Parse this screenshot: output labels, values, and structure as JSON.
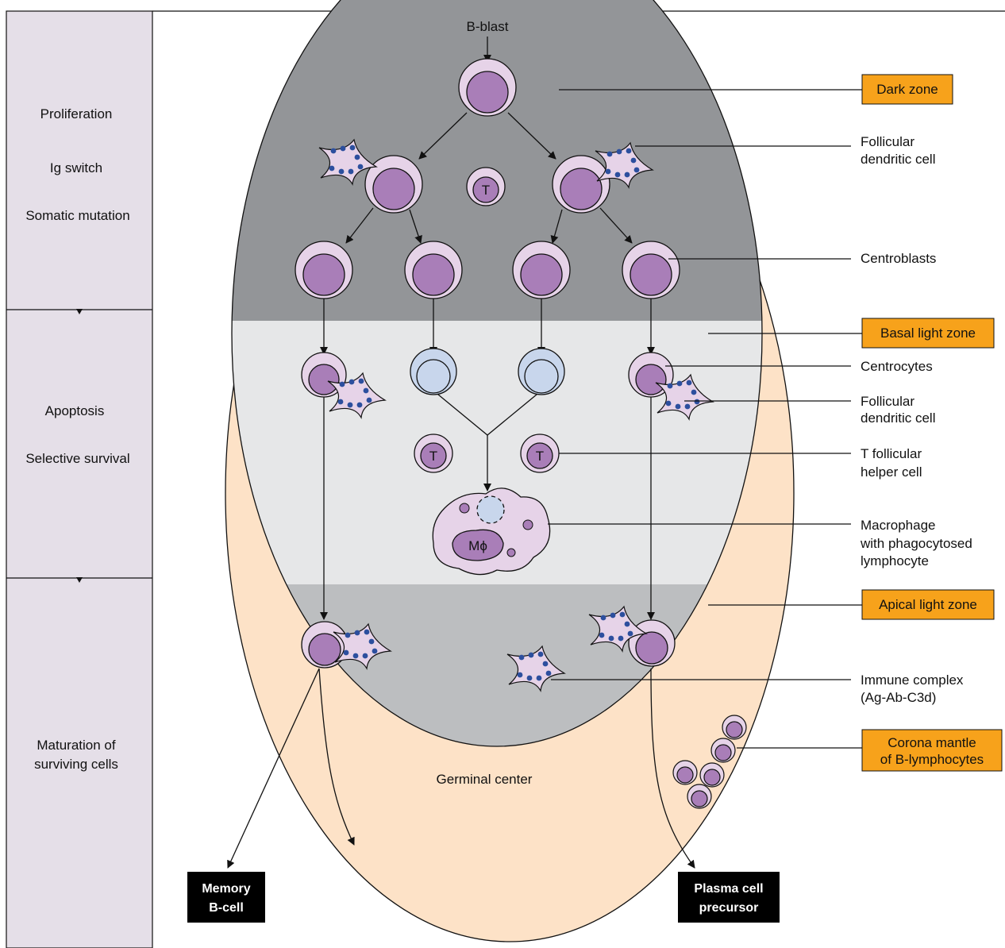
{
  "colors": {
    "side_panel": "#e5dfe8",
    "mantle": "#fde2c7",
    "dark_zone": "#939598",
    "basal_zone": "#e6e7e8",
    "apical_zone": "#bcbec0",
    "cell_outer": "#e6d3e8",
    "cell_nucleus": "#a97eb8",
    "centrocyte_dead": "#c8d6ec",
    "dendrite_dot": "#2c4f9e",
    "orange_box": "#f7a21b",
    "black_box": "#000000"
  },
  "top": {
    "b_blast": "B-blast"
  },
  "side_panel": {
    "stage1": [
      "Proliferation",
      "Ig switch",
      "Somatic mutation"
    ],
    "stage2": [
      "Apoptosis",
      "Selective survival"
    ],
    "stage3": [
      "Maturation of",
      "surviving cells"
    ]
  },
  "zones": {
    "dark": "Dark zone",
    "basal": "Basal light zone",
    "apical": "Apical light zone",
    "corona": [
      "Corona mantle",
      "of B-lymphocytes"
    ],
    "germinal_center": "Germinal center"
  },
  "labels": {
    "fdc1": [
      "Follicular",
      "dendritic cell"
    ],
    "centroblasts": "Centroblasts",
    "centrocytes": "Centrocytes",
    "fdc2": [
      "Follicular",
      "dendritic cell"
    ],
    "tfh": [
      "T follicular",
      "helper cell"
    ],
    "macrophage": [
      "Macrophage",
      "with phagocytosed",
      "lymphocyte"
    ],
    "immune_complex": [
      "Immune complex",
      "(Ag-Ab-C3d)"
    ]
  },
  "cells": {
    "t_cell": "T",
    "macrophage": "Mϕ"
  },
  "outputs": {
    "memory": [
      "Memory",
      "B-cell"
    ],
    "plasma": [
      "Plasma cell",
      "precursor"
    ]
  }
}
